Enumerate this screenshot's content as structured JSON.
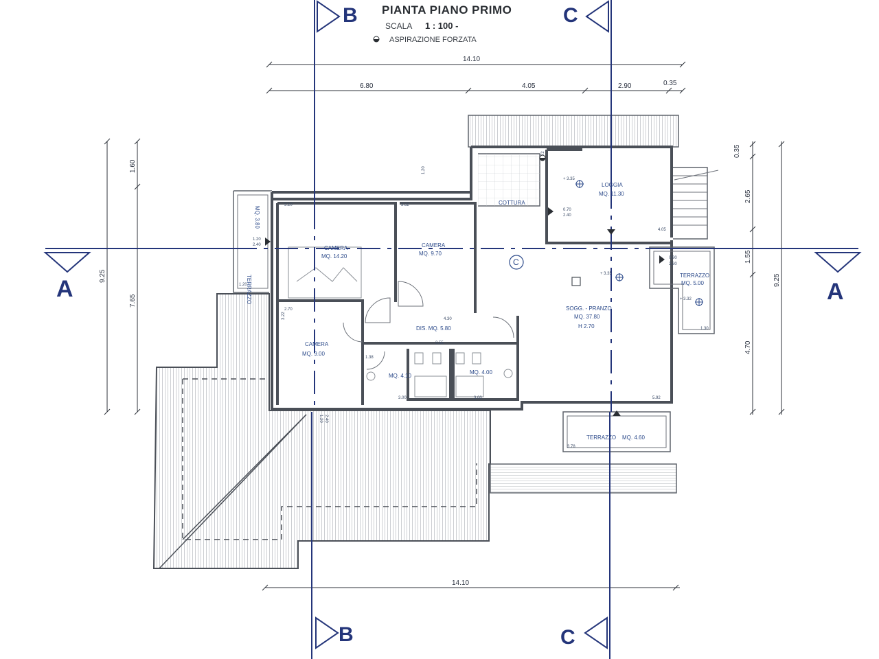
{
  "header": {
    "title": "PIANTA PIANO PRIMO",
    "scale_label": "SCALA",
    "scale_value": "1 : 100 -",
    "legend_label": "ASPIRAZIONE FORZATA"
  },
  "sections": {
    "a_left": "A",
    "a_right": "A",
    "b_top": "B",
    "b_bottom": "B",
    "c_top": "C",
    "c_bottom": "C"
  },
  "dimensions": {
    "top_total": "14.10",
    "top_seg1": "6.80",
    "top_seg2": "4.05",
    "top_seg3": "2.90",
    "top_seg4": "0.35",
    "bottom_total": "14.10",
    "left_outer": "9.25",
    "left_inner_top": "1.60",
    "left_inner_bottom": "7.65",
    "right_outer": "9.25",
    "right_seg1": "0.35",
    "right_seg2": "2.65",
    "right_seg3": "1.55",
    "right_seg4": "4.70"
  },
  "rooms": {
    "camera1_name": "CAMERA",
    "camera1_area": "MQ. 14.20",
    "camera2_name": "CAMERA",
    "camera2_area": "MQ. 9.70",
    "camera3_name": "CAMERA",
    "camera3_area": "MQ. 9.00",
    "cottura": "COTTURA",
    "loggia_name": "LOGGIA",
    "loggia_area": "MQ. 11.30",
    "soggiorno_name": "SOGG. - PRANZO",
    "soggiorno_area": "MQ. 37.80",
    "soggiorno_h": "H 2.70",
    "disimpegno": "DIS. MQ. 5.80",
    "bagno1": "MQ. 4.10",
    "bagno2": "MQ. 4.00",
    "terrazzo_left_name": "TERRAZZO",
    "terrazzo_left_area": "MQ. 3.80",
    "terrazzo_right_name": "TERRAZZO",
    "terrazzo_right_area": "MQ. 5.00",
    "terrazzo_bottom_name": "TERRAZZO",
    "terrazzo_bottom_area": "MQ. 4.60",
    "circle_label": "C"
  },
  "levels": {
    "loggia": "+ 3.35",
    "soggiorno": "+ 3.35",
    "terrazzo_right": "+ 3.32"
  },
  "small_dims": {
    "d1": "3.10",
    "d2": "3.62",
    "d3": "1.20",
    "d4": "2.40",
    "d5": "0.70",
    "d6": "2.40",
    "d7": "0.90",
    "d8": "2.30",
    "d9": "4.30",
    "d10": "3.00",
    "d11": "3.00",
    "d12": "1.20",
    "d13": "2.70",
    "d14": "1.20",
    "d15": "2.40",
    "d16": "4.05",
    "d17": "5.92",
    "d18": "3.22",
    "d19": "2.72",
    "d20": "3.55",
    "d21": "1.38",
    "d22": "1.30",
    "d23": "3.78",
    "d24": "1.20"
  },
  "colors": {
    "section_blue": "#24357a",
    "wall": "#4a4f57",
    "room_text": "#2c4a8a"
  }
}
